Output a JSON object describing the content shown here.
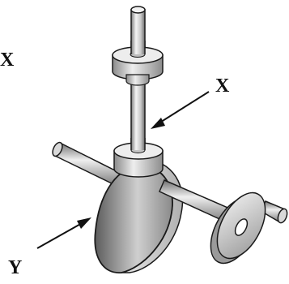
{
  "labels": {
    "x_left": "X",
    "x_right": "X",
    "y": "Y"
  },
  "colors": {
    "metal_light": "#f2f2f2",
    "metal_mid": "#bdbdbd",
    "metal_dark": "#6e6e6e",
    "outline": "#1a1a1a",
    "text": "#111111"
  }
}
